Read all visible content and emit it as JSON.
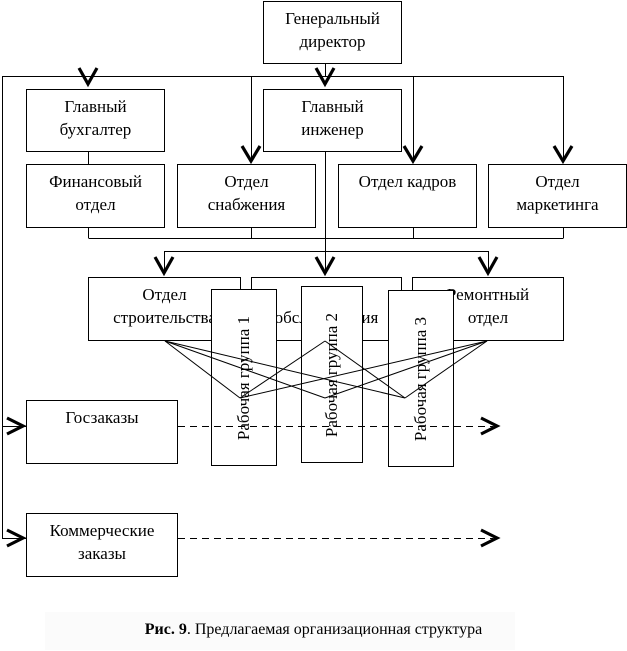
{
  "diagram": {
    "nodes": {
      "director": [
        "Генеральный",
        "директор"
      ],
      "chief_accountant": [
        "Главный",
        "бухгалтер"
      ],
      "chief_engineer": [
        "Главный",
        "инженер"
      ],
      "finance": [
        "Финансовый",
        "отдел"
      ],
      "supply": [
        "Отдел",
        "снабжения"
      ],
      "hr": [
        "Отдел кадров"
      ],
      "marketing": [
        "Отдел",
        "маркетинга"
      ],
      "construction": [
        "Отдел",
        "строительства"
      ],
      "service": [
        "Отдел",
        "обслуживания"
      ],
      "repair": [
        "Ремонтный",
        "отдел"
      ],
      "gov_orders": [
        "Госзаказы"
      ],
      "commercial_orders": [
        "Коммерческие",
        "заказы"
      ]
    },
    "work_groups": [
      "Рабочая группа 1",
      "Рабочая группа 2",
      "Рабочая группа 3"
    ]
  },
  "caption": {
    "label": "Рис. 9",
    "text": ". Предлагаемая организационная структура"
  }
}
